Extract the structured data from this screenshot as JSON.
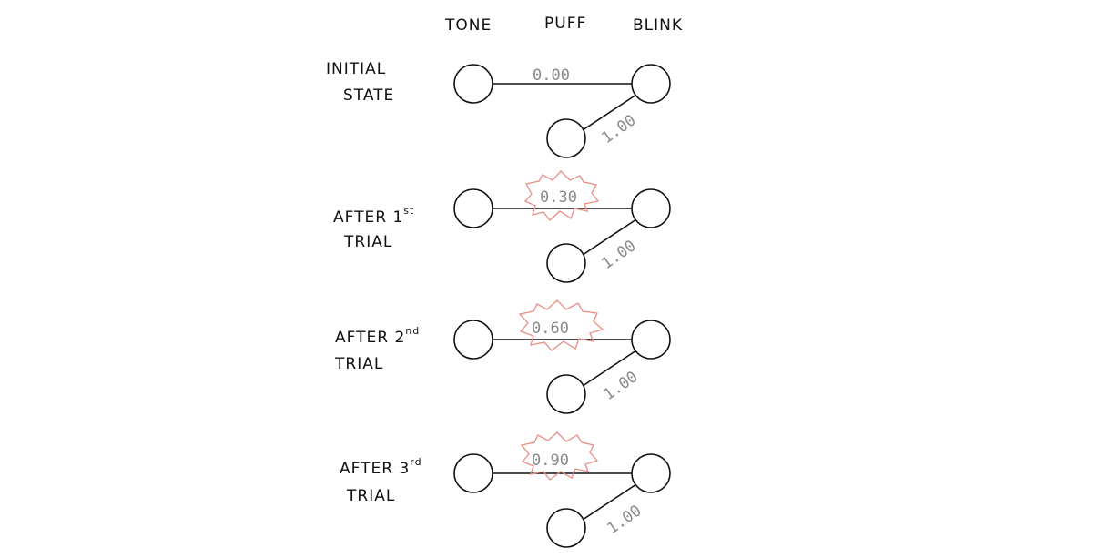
{
  "header": {
    "tone": "TONE",
    "puff": "PUFF",
    "blink": "BLINK"
  },
  "rows": [
    {
      "label_line1": "INITIAL",
      "label_line2": "STATE",
      "tone_weight": "0.00",
      "puff_weight": "1.00",
      "highlighted": false
    },
    {
      "label_line1": "AFTER 1",
      "label_sup": "st",
      "label_line2": "TRIAL",
      "tone_weight": "0.30",
      "puff_weight": "1.00",
      "highlighted": true
    },
    {
      "label_line1": "AFTER 2",
      "label_sup": "nd",
      "label_line2": "TRIAL",
      "tone_weight": "0.60",
      "puff_weight": "1.00",
      "highlighted": true
    },
    {
      "label_line1": "AFTER 3",
      "label_sup": "rd",
      "label_line2": "TRIAL",
      "tone_weight": "0.90",
      "puff_weight": "1.00",
      "highlighted": true
    }
  ],
  "colors": {
    "ink": "#111111",
    "weight_text": "#8a8a8a",
    "highlight_burst": "#e88e86"
  }
}
